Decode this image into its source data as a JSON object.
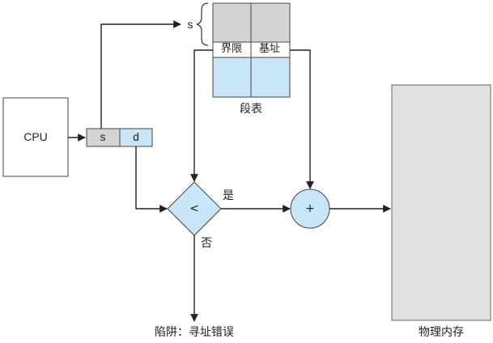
{
  "cpu": {
    "label": "CPU"
  },
  "logical_address": {
    "segment": "s",
    "offset": "d"
  },
  "segment_table": {
    "caption": "段表",
    "selector_label": "s",
    "limit_header": "界限",
    "base_header": "基址"
  },
  "compare": {
    "symbol": "<",
    "yes_label": "是",
    "no_label": "否"
  },
  "adder": {
    "symbol": "+"
  },
  "trap": {
    "label": "陷阱：寻址错误"
  },
  "memory": {
    "label": "物理内存"
  },
  "colors": {
    "gray_fill": "#d4d4d4",
    "blue_fill": "#c8e6f7",
    "line": "#222222"
  }
}
